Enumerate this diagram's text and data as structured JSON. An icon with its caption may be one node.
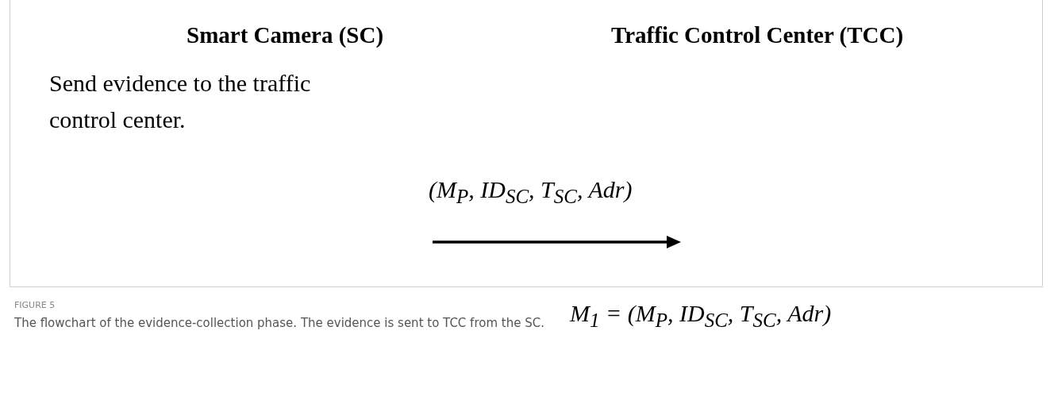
{
  "diagram": {
    "caption": "The flowchart of the evidence-collection phase. The evidence is sent to TCC from the SC.",
    "labels": [
      "Smart Camera (SC)",
      "Traffic Control Center (TCC)",
      "Send evidence to the traffic control center.",
      "(M$_{P}$, ID$_{SC}$, T$_{SC}$, Adr)",
      "M$_{1}$ = (M$_{P}$, ID$_{SC}$, T$_{SC}$, Adr)",
      "FIGURE 5"
    ]
  }
}
